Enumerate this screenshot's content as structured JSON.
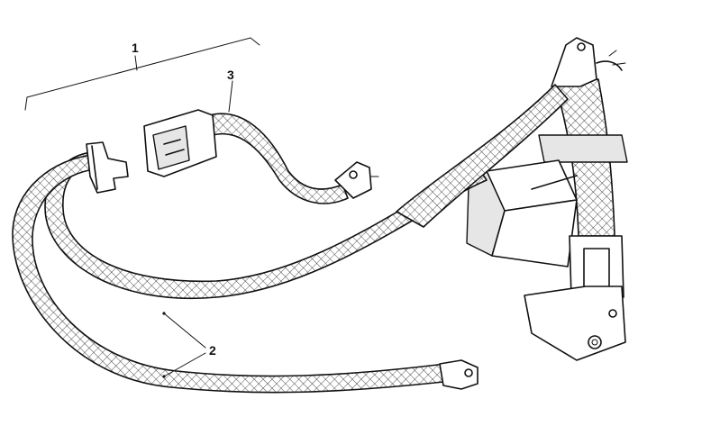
{
  "diagram": {
    "callouts": [
      {
        "id": "1",
        "label": "1"
      },
      {
        "id": "2",
        "label": "2"
      },
      {
        "id": "3",
        "label": "3"
      }
    ]
  },
  "colors": {
    "ink": "#111111",
    "background": "#ffffff",
    "mesh": "#111111"
  },
  "parts": [
    "seat-belt-assembly",
    "lap-belt-webbing",
    "buckle-strap",
    "retractor-unit",
    "anchor-plate",
    "latch-tongue"
  ]
}
